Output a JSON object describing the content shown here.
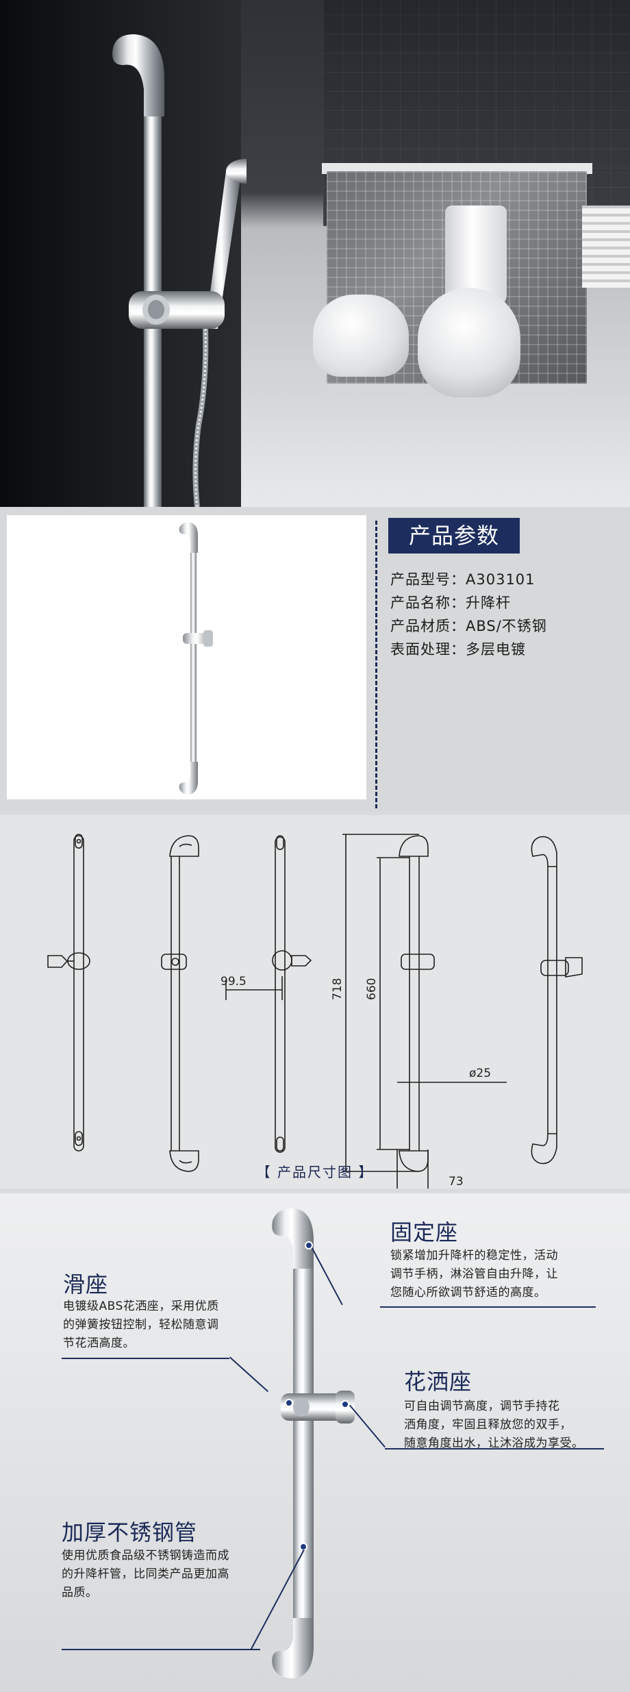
{
  "params": {
    "title": "产品参数",
    "rows": [
      {
        "label": "产品型号：",
        "value": "A303101"
      },
      {
        "label": "产品名称：",
        "value": "升降杆"
      },
      {
        "label": "产品材质：",
        "value": "ABS/不锈钢"
      },
      {
        "label": "表面处理：",
        "value": "多层电镀"
      }
    ]
  },
  "drawing": {
    "caption": "【 产品尺寸图 】",
    "dims": {
      "width_offset": "99.5",
      "total_height": "718",
      "inner_height": "660",
      "diameter": "ø25",
      "depth": "73"
    }
  },
  "features": [
    {
      "title": "固定座",
      "desc": [
        "锁紧增加升降杆的稳定性，活动",
        "调节手柄，淋浴管自由升降，让",
        "您随心所欲调节舒适的高度。"
      ]
    },
    {
      "title": "滑座",
      "desc": [
        "电镀级ABS花洒座，采用优质",
        "的弹簧按钮控制，轻松随意调",
        "节花洒高度。"
      ]
    },
    {
      "title": "花洒座",
      "desc": [
        "可自由调节高度，调节手持花",
        "洒角度，牢固且释放您的双手，",
        "随意角度出水，让沐浴成为享受。"
      ]
    },
    {
      "title": "加厚不锈钢管",
      "desc": [
        "使用优质食品级不锈钢铸造而成",
        "的升降杆管，比同类产品更加高",
        "品质。"
      ]
    }
  ]
}
